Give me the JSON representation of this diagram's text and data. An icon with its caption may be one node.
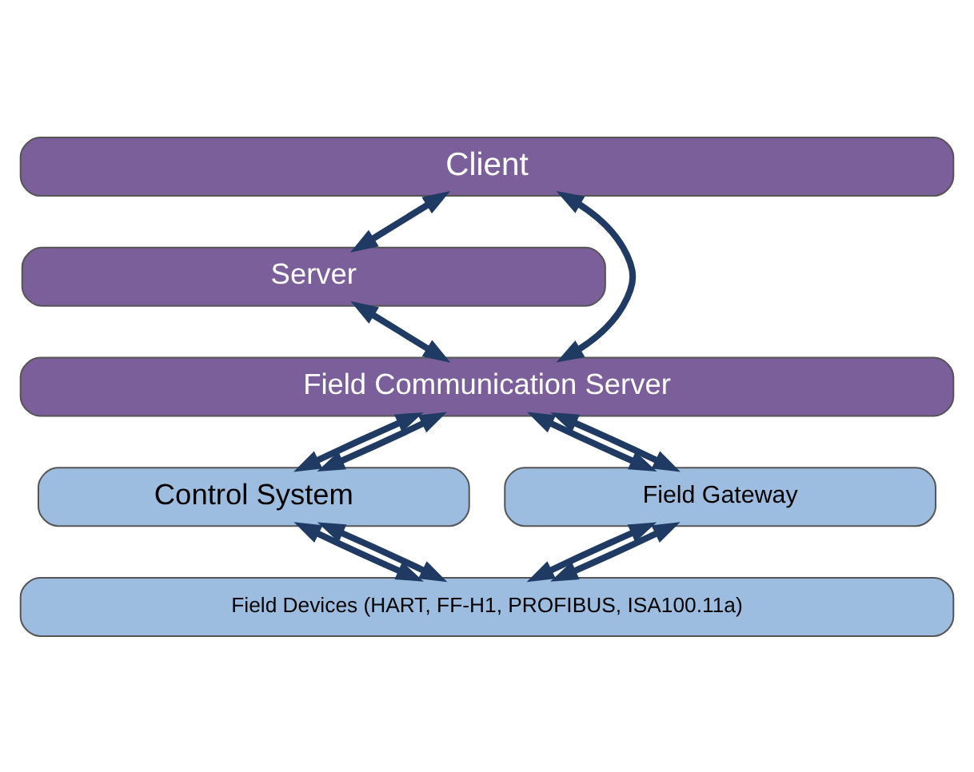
{
  "diagram": {
    "nodes": [
      {
        "text": [
          "Client"
        ]
      },
      {
        "text": [
          "Server"
        ]
      },
      {
        "text": [
          "Field Communication Server"
        ]
      },
      {
        "text": [
          "Control System"
        ]
      },
      {
        "text": [
          "Field Gateway"
        ]
      },
      {
        "text": [
          "Field Devices (HART, FF-H1, PROFIBUS, ISA100.11a)"
        ]
      }
    ],
    "edges": [
      {
        "from": 0,
        "to": 2,
        "arrow": "both"
      },
      {
        "from": 0,
        "to": 1,
        "arrow": "both"
      },
      {
        "from": 1,
        "to": 2,
        "arrow": "both"
      },
      {
        "from": 2,
        "to": 3,
        "arrow": "both"
      },
      {
        "from": 2,
        "to": 3,
        "arrow": "both"
      },
      {
        "from": 2,
        "to": 4,
        "arrow": "both"
      },
      {
        "from": 2,
        "to": 4,
        "arrow": "both"
      },
      {
        "from": 3,
        "to": 5,
        "arrow": "both"
      },
      {
        "from": 3,
        "to": 5,
        "arrow": "both"
      },
      {
        "from": 4,
        "to": 5,
        "arrow": "both"
      },
      {
        "from": 4,
        "to": 5,
        "arrow": "both"
      }
    ]
  }
}
